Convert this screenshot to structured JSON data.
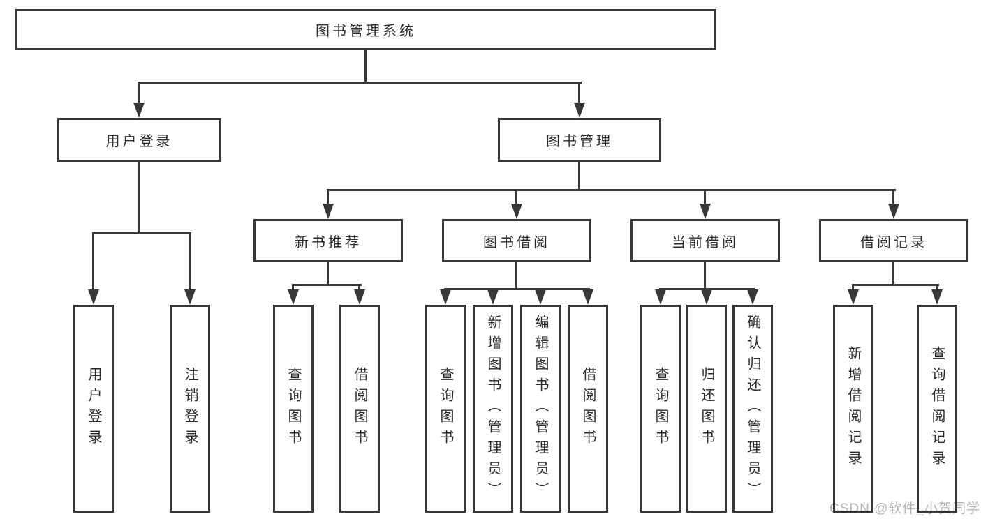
{
  "diagram": {
    "title": "图书管理系统",
    "children": [
      {
        "label": "用户登录",
        "children": [
          {
            "label": "用户登录"
          },
          {
            "label": "注销登录"
          }
        ]
      },
      {
        "label": "图书管理",
        "children": [
          {
            "label": "新书推荐",
            "children": [
              {
                "label": "查询图书"
              },
              {
                "label": "借阅图书"
              }
            ]
          },
          {
            "label": "图书借阅",
            "children": [
              {
                "label": "查询图书"
              },
              {
                "label": "新增图书（管理员）"
              },
              {
                "label": "编辑图书（管理员）"
              },
              {
                "label": "借阅图书"
              }
            ]
          },
          {
            "label": "当前借阅",
            "children": [
              {
                "label": "查询图书"
              },
              {
                "label": "归还图书"
              },
              {
                "label": "确认归还（管理员）"
              }
            ]
          },
          {
            "label": "借阅记录",
            "children": [
              {
                "label": "新增借阅记录"
              },
              {
                "label": "查询借阅记录"
              }
            ]
          }
        ]
      }
    ],
    "colors": {
      "line": "#383838",
      "text": "#2b2b2b",
      "background": "#ffffff",
      "watermark": "#b0b0b0"
    }
  },
  "watermark": {
    "text": "CSDN @软件_小贺同学"
  }
}
